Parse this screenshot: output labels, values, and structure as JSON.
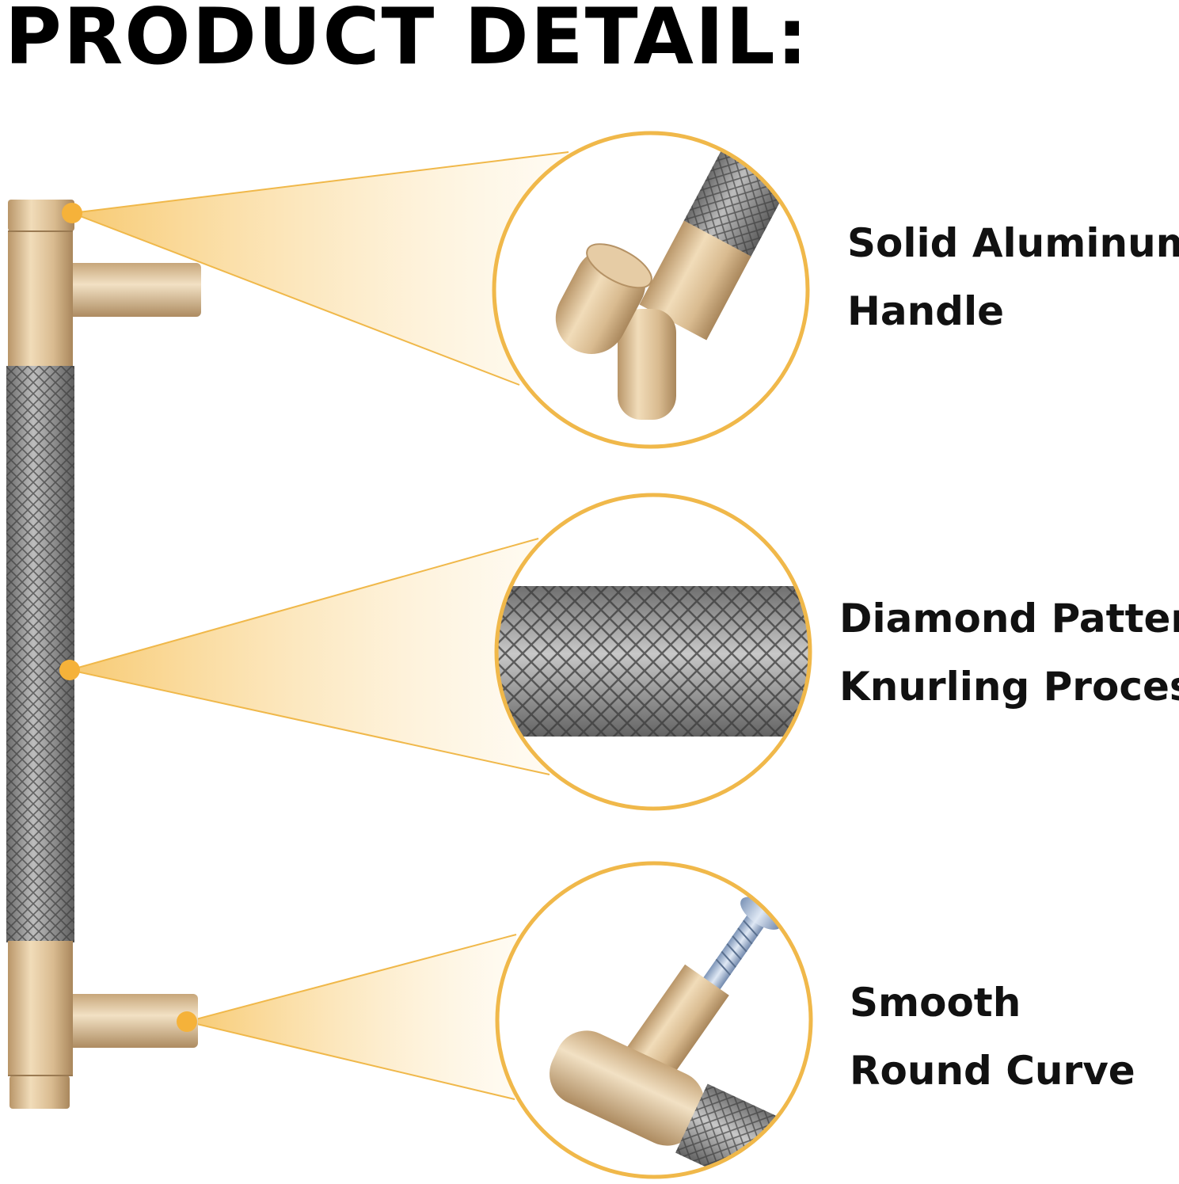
{
  "page": {
    "title": "PRODUCT DETAIL:"
  },
  "features": [
    {
      "line1": "Solid Aluminum",
      "line2": "Handle"
    },
    {
      "line1": "Diamond Pattern",
      "line2": "Knurling Process"
    },
    {
      "line1": "Smooth",
      "line2": "Round Curve"
    }
  ],
  "colors": {
    "gold": "#d8b98e",
    "gold_dark": "#b99669",
    "callout_dot": "#f5b23a",
    "callout_ring": "#f0b84a",
    "knurl": "#8e8e8e"
  },
  "icons": [
    "product-handle-image",
    "detail-cap-image",
    "detail-knurl-image",
    "detail-screw-image"
  ]
}
